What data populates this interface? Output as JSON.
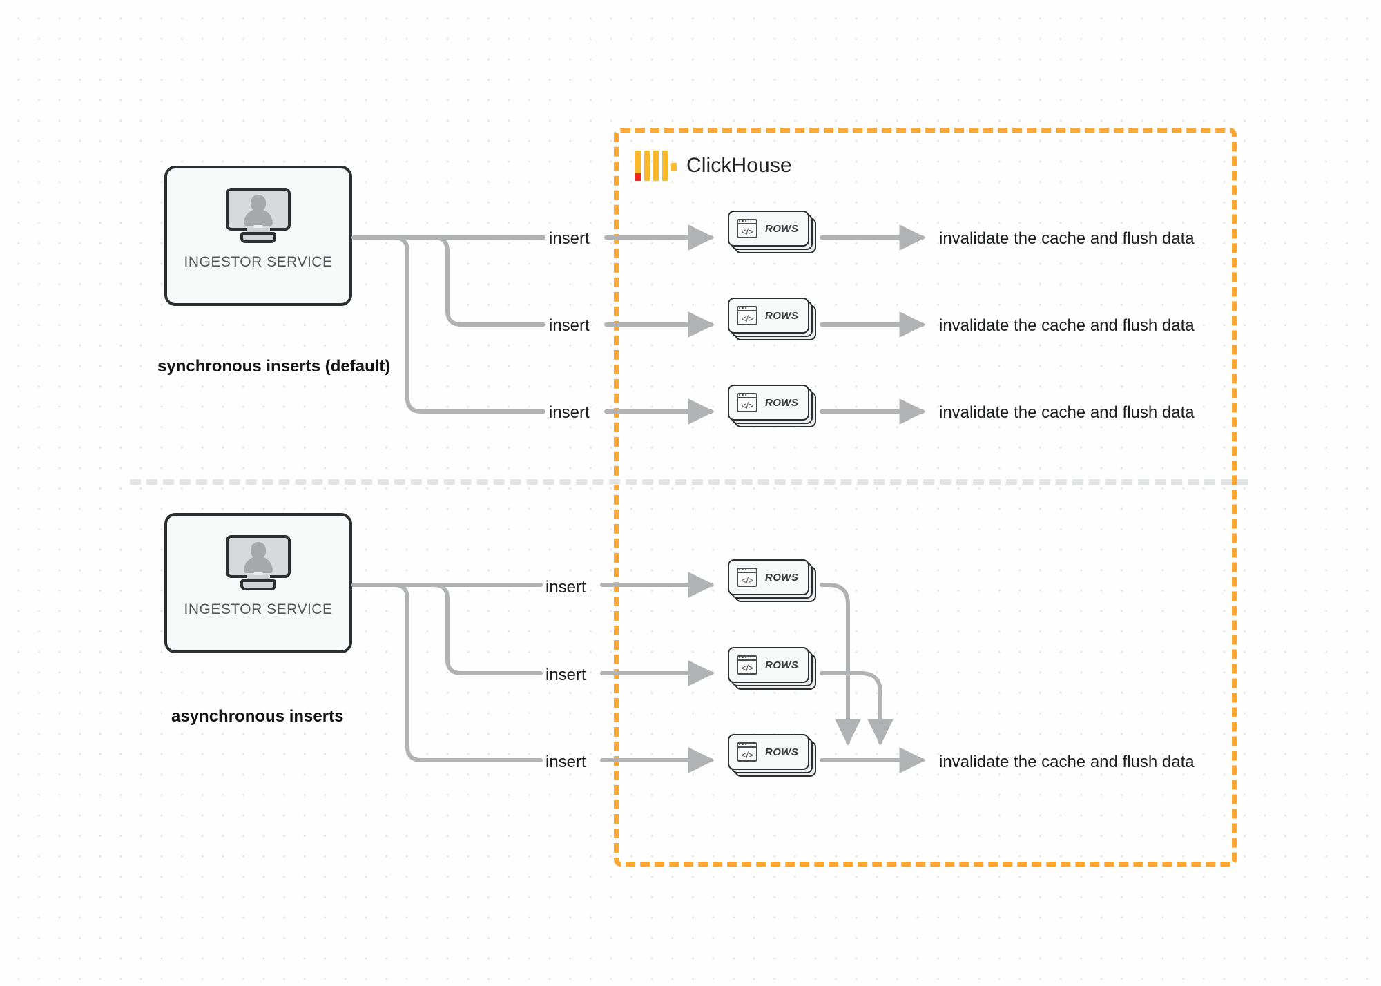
{
  "diagram": {
    "title": "ClickHouse synchronous vs asynchronous inserts",
    "colors": {
      "boundary_orange": "#faa733",
      "logo_orange": "#fbb829",
      "logo_red": "#f5231a",
      "wire_gray": "#b0b2b3",
      "card_border": "#2c2f31",
      "divider_gray": "#e3e4e5",
      "background": "#fefefe"
    }
  },
  "clickhouse": {
    "brand_name": "ClickHouse",
    "logo_icon": "clickhouse-logo-icon",
    "bars": 4
  },
  "sections": [
    {
      "id": "sync",
      "caption": "synchronous inserts (default)",
      "service": {
        "label": "INGESTOR SERVICE",
        "icon": "monitor-user-icon"
      },
      "flows": [
        {
          "insert_label": "insert",
          "rows_label": "ROWS",
          "rows_icon": "code-window-icon",
          "outcome_label": "invalidate the cache and flush data"
        },
        {
          "insert_label": "insert",
          "rows_label": "ROWS",
          "rows_icon": "code-window-icon",
          "outcome_label": "invalidate the cache and flush data"
        },
        {
          "insert_label": "insert",
          "rows_label": "ROWS",
          "rows_icon": "code-window-icon",
          "outcome_label": "invalidate the cache and flush data"
        }
      ]
    },
    {
      "id": "async",
      "caption": "asynchronous inserts",
      "service": {
        "label": "INGESTOR SERVICE",
        "icon": "monitor-user-icon"
      },
      "flows": [
        {
          "insert_label": "insert",
          "rows_label": "ROWS",
          "rows_icon": "code-window-icon"
        },
        {
          "insert_label": "insert",
          "rows_label": "ROWS",
          "rows_icon": "code-window-icon"
        },
        {
          "insert_label": "insert",
          "rows_label": "ROWS",
          "rows_icon": "code-window-icon"
        }
      ],
      "shared_outcome_label": "invalidate the cache and flush data"
    }
  ]
}
